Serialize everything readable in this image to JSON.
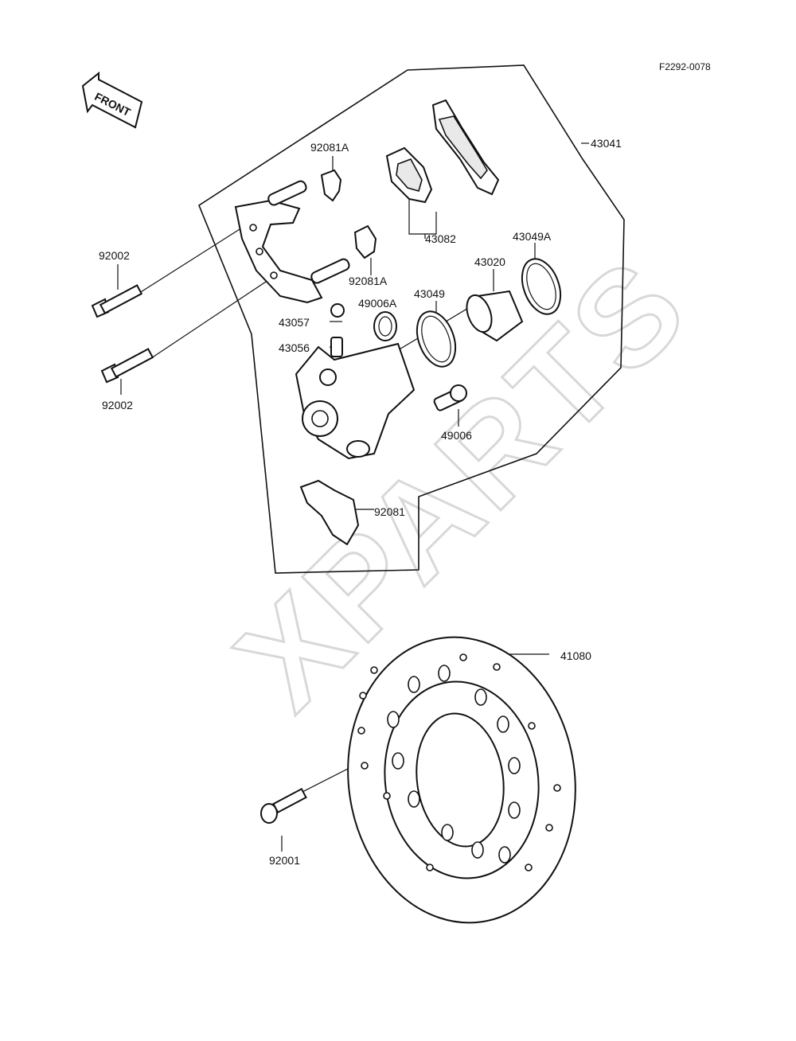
{
  "ref_code": "F2292-0078",
  "front_arrow_label": "FRONT",
  "watermark_text": "XPARTS",
  "callouts": {
    "c43041": "43041",
    "c92081A_top": "92081A",
    "c43082": "43082",
    "c43049A": "43049A",
    "c43020": "43020",
    "c92002_top": "92002",
    "c92081A_mid": "92081A",
    "c43049": "43049",
    "c49006A": "49006A",
    "c43057": "43057",
    "c43056": "43056",
    "c92002_bottom": "92002",
    "c49006": "49006",
    "c92081": "92081",
    "c41080": "41080",
    "c92001": "92001"
  }
}
